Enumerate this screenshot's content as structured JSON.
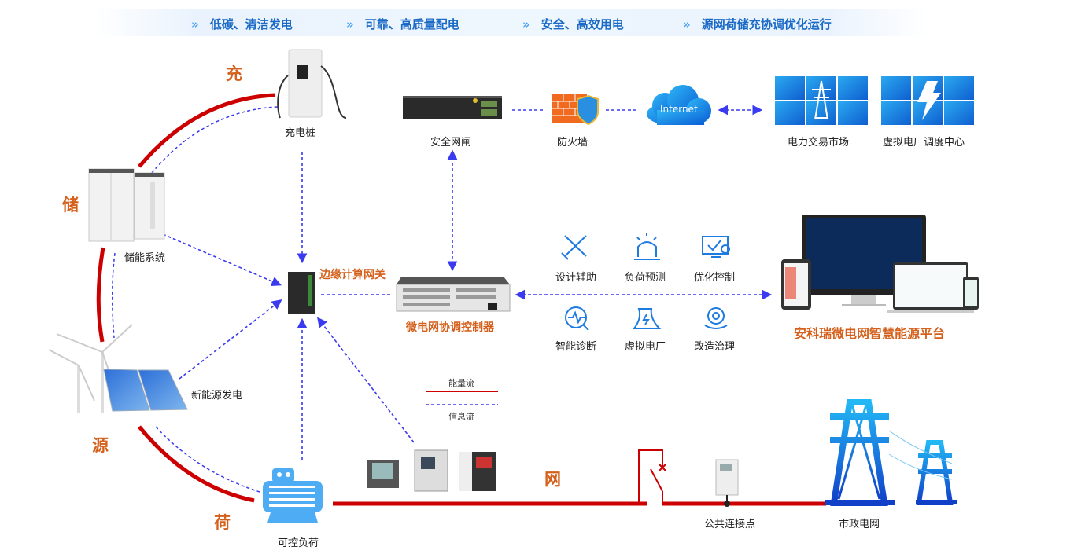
{
  "banner": {
    "items": [
      {
        "icon": "double-chevron-right",
        "label": "低碳、清洁发电"
      },
      {
        "icon": "double-chevron-right",
        "label": "可靠、高质量配电"
      },
      {
        "icon": "double-chevron-right",
        "label": "安全、高效用电"
      },
      {
        "icon": "double-chevron-right",
        "label": "源网荷储充协调优化运行"
      }
    ]
  },
  "ring_labels": {
    "charge": "充",
    "storage": "储",
    "source": "源",
    "load": "荷",
    "grid": "网"
  },
  "devices": {
    "charging_pile": "充电桩",
    "storage_system": "储能系统",
    "renewable": "新能源发电",
    "controllable_load": "可控负荷",
    "edge_gateway": "边缘计算网关",
    "microgrid_controller": "微电网协调控制器",
    "security_gateway": "安全网闸",
    "firewall": "防火墙",
    "internet": "Internet",
    "power_market": "电力交易市场",
    "vpp_center": "虚拟电厂调度中心",
    "pcc": "公共连接点",
    "municipal_grid": "市政电网"
  },
  "functions": [
    {
      "icon": "ruler-pencil-icon",
      "label": "设计辅助"
    },
    {
      "icon": "alarm-light-icon",
      "label": "负荷预测"
    },
    {
      "icon": "monitor-check-icon",
      "label": "优化控制"
    },
    {
      "icon": "diagnosis-search-icon",
      "label": "智能诊断"
    },
    {
      "icon": "cooling-tower-icon",
      "label": "虚拟电厂"
    },
    {
      "icon": "gear-wrench-icon",
      "label": "改造治理"
    }
  ],
  "platform": {
    "title": "安科瑞微电网智慧能源平台"
  },
  "legend": {
    "energy_flow": "能量流",
    "info_flow": "信息流"
  },
  "colors": {
    "energy": "#cc0000",
    "info": "#3a3af0",
    "accent_orange": "#d4601b",
    "banner_text": "#1a6ac6",
    "icon_blue": "#1e7be0"
  }
}
